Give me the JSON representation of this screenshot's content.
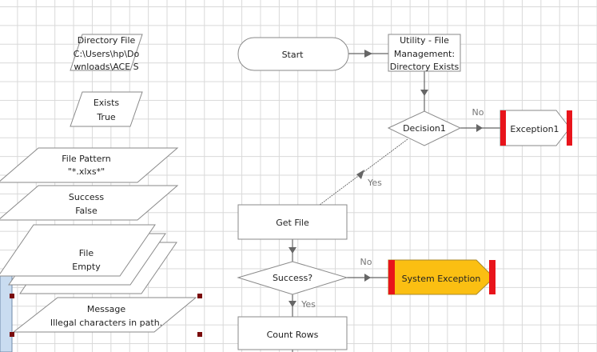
{
  "data_items": {
    "directory_file": {
      "name": "Directory File",
      "value_line1": "C:\\Users\\hp\\Do",
      "value_line2": "wnloads\\ACE S"
    },
    "exists": {
      "name": "Exists",
      "value": "True"
    },
    "file_pattern": {
      "name": "File Pattern",
      "value": "\"*.xlxs*\""
    },
    "success": {
      "name": "Success",
      "value": "False"
    },
    "file": {
      "name": "File",
      "value": "Empty"
    },
    "message": {
      "name": "Message",
      "value": "Illegal characters in path."
    }
  },
  "flow": {
    "start": "Start",
    "utility": {
      "line1": "Utility - File",
      "line2": "Management:",
      "line3": "Directory Exists"
    },
    "decision1": "Decision1",
    "exception1": "Exception1",
    "get_file": "Get File",
    "success_decision": "Success?",
    "system_exception": "System Exception",
    "count_rows": "Count Rows",
    "labels": {
      "no1": "No",
      "yes1": "Yes",
      "no2": "No",
      "yes2": "Yes"
    }
  },
  "colors": {
    "exception_bar": "#e8141b",
    "system_exception_fill": "#fbbf12",
    "selection": "#c9dcf0"
  }
}
